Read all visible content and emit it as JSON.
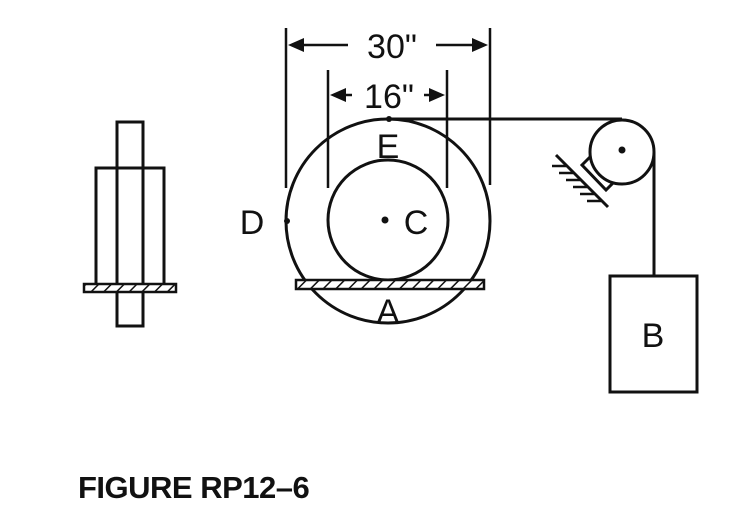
{
  "figure": {
    "caption": "FIGURE RP12–6",
    "dimensions": {
      "outer": "30\"",
      "inner": "16\""
    },
    "labels": {
      "top_point": "E",
      "left_point": "D",
      "center": "C",
      "contact_point": "A",
      "block": "B"
    }
  },
  "colors": {
    "ink": "#111111",
    "background": "#ffffff"
  }
}
